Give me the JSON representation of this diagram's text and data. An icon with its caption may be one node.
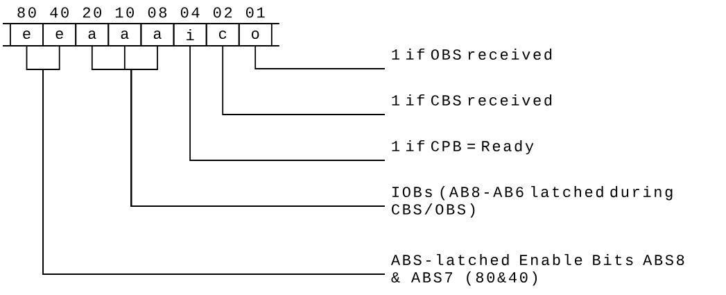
{
  "diagram": {
    "nodes": [
      {
        "text": [
          "e"
        ]
      },
      {
        "text": [
          "e"
        ]
      },
      {
        "text": [
          "a"
        ]
      },
      {
        "text": [
          "a"
        ]
      },
      {
        "text": [
          "a"
        ]
      },
      {
        "text": [
          "i"
        ]
      },
      {
        "text": [
          "c"
        ]
      },
      {
        "text": [
          "o"
        ]
      },
      {
        "text": [
          "1 if OBS received"
        ]
      },
      {
        "text": [
          "1 if CBS received"
        ]
      },
      {
        "text": [
          "1 if CPB = Ready"
        ]
      },
      {
        "text": [
          "IOBs (AB8-AB6 latched during CBS/OBS)"
        ]
      },
      {
        "text": [
          "ABS-latched Enable Bits ABS8 & ABS7 (80&40)"
        ]
      }
    ],
    "edges": [
      {
        "from": 7,
        "to": 8,
        "arrow": "none"
      },
      {
        "from": 6,
        "to": 9,
        "arrow": "none"
      },
      {
        "from": 5,
        "to": 10,
        "arrow": "none"
      },
      {
        "from": 2,
        "to": 11,
        "arrow": "none"
      },
      {
        "from": 3,
        "to": 11,
        "arrow": "none"
      },
      {
        "from": 4,
        "to": 11,
        "arrow": "none"
      },
      {
        "from": 0,
        "to": 12,
        "arrow": "none"
      },
      {
        "from": 1,
        "to": 12,
        "arrow": "none"
      }
    ],
    "labels": [
      "80",
      "40",
      "20",
      "10",
      "08",
      "04",
      "02",
      "01"
    ]
  }
}
